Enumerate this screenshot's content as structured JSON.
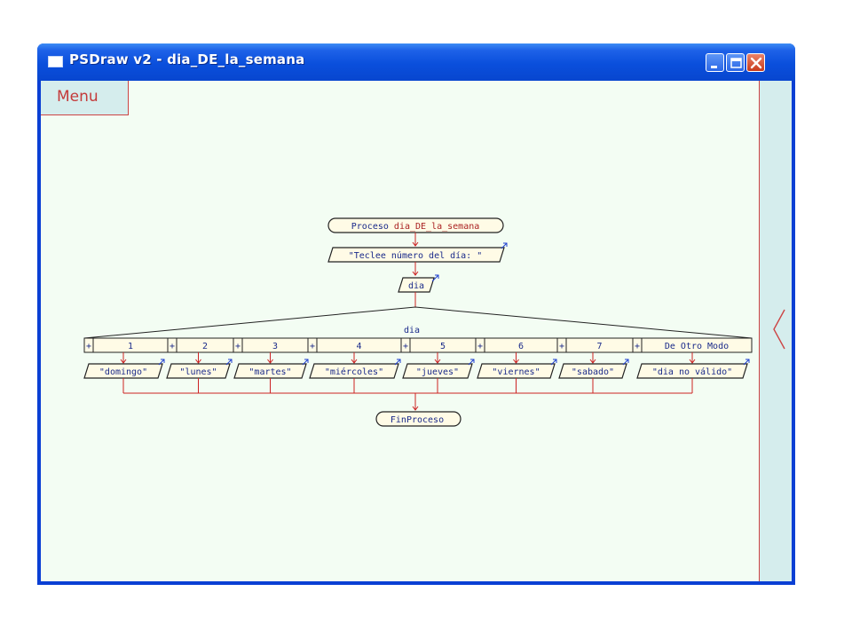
{
  "window": {
    "title": "PSDraw v2 - dia_DE_la_semana"
  },
  "menu": {
    "label": "Menu"
  },
  "colors": {
    "line": "#cc2222",
    "text_blue": "#1a2a8a",
    "text_red": "#aa2222",
    "canvas": "#f3fdf3",
    "panel": "#d5eded",
    "block": "#fffbe6"
  },
  "diagram": {
    "start": {
      "prefix": "Proceso ",
      "name": "dia_DE_la_semana"
    },
    "prompt": "\"Teclee número del día: \"",
    "read_var": "dia",
    "switch_var": "dia",
    "cases": [
      {
        "label": "1",
        "output": "\"domingo\""
      },
      {
        "label": "2",
        "output": "\"lunes\""
      },
      {
        "label": "3",
        "output": "\"martes\""
      },
      {
        "label": "4",
        "output": "\"miércoles\""
      },
      {
        "label": "5",
        "output": "\"jueves\""
      },
      {
        "label": "6",
        "output": "\"viernes\""
      },
      {
        "label": "7",
        "output": "\"sabado\""
      },
      {
        "label": "De Otro Modo",
        "output": "\"dia no válido\""
      }
    ],
    "end": "FinProceso",
    "add_case_glyph": "+"
  },
  "icons": {
    "side_toggle": "chevron-left-icon",
    "minimize": "minimize-icon",
    "maximize": "maximize-icon",
    "close": "close-icon"
  }
}
